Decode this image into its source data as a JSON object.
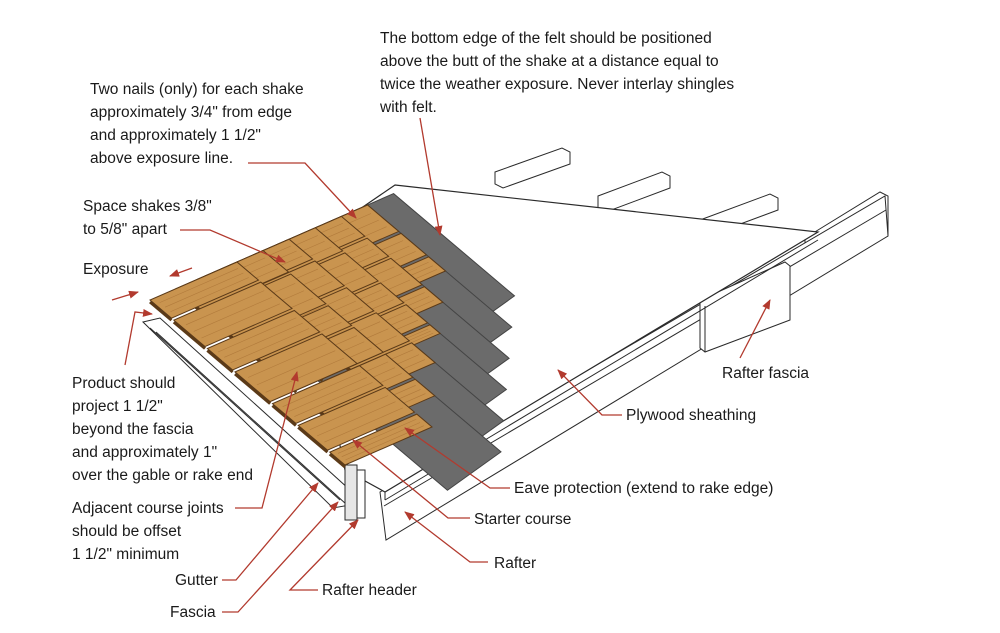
{
  "colors": {
    "shake": "#c9944f",
    "shake_edge": "#5b3a18",
    "felt": "#6b6b6b",
    "leader": "#b23a2e",
    "plywood": "#ffffff"
  },
  "labels": {
    "felt_note": [
      "The bottom edge of the felt should be positioned",
      "above the butt of the shake at a distance equal to",
      "twice the weather exposure. Never interlay shingles",
      "with felt."
    ],
    "nails_note": [
      "Two nails (only) for each shake",
      "approximately 3/4\" from edge",
      "and approximately 1 1/2\"",
      "above exposure line."
    ],
    "space_note": [
      "Space shakes 3/8\"",
      "to 5/8\" apart"
    ],
    "exposure": "Exposure",
    "project_note": [
      "Product should",
      "project 1 1/2\"",
      "beyond the fascia",
      "and approximately 1\"",
      "over the gable or rake end"
    ],
    "joints_note": [
      "Adjacent course joints",
      "should be offset",
      "1 1/2\" minimum"
    ],
    "gutter": "Gutter",
    "fascia": "Fascia",
    "rafter_header": "Rafter header",
    "rafter": "Rafter",
    "starter_course": "Starter course",
    "eave_protection": "Eave protection (extend to rake edge)",
    "plywood_sheathing": "Plywood sheathing",
    "rafter_fascia": "Rafter fascia"
  }
}
